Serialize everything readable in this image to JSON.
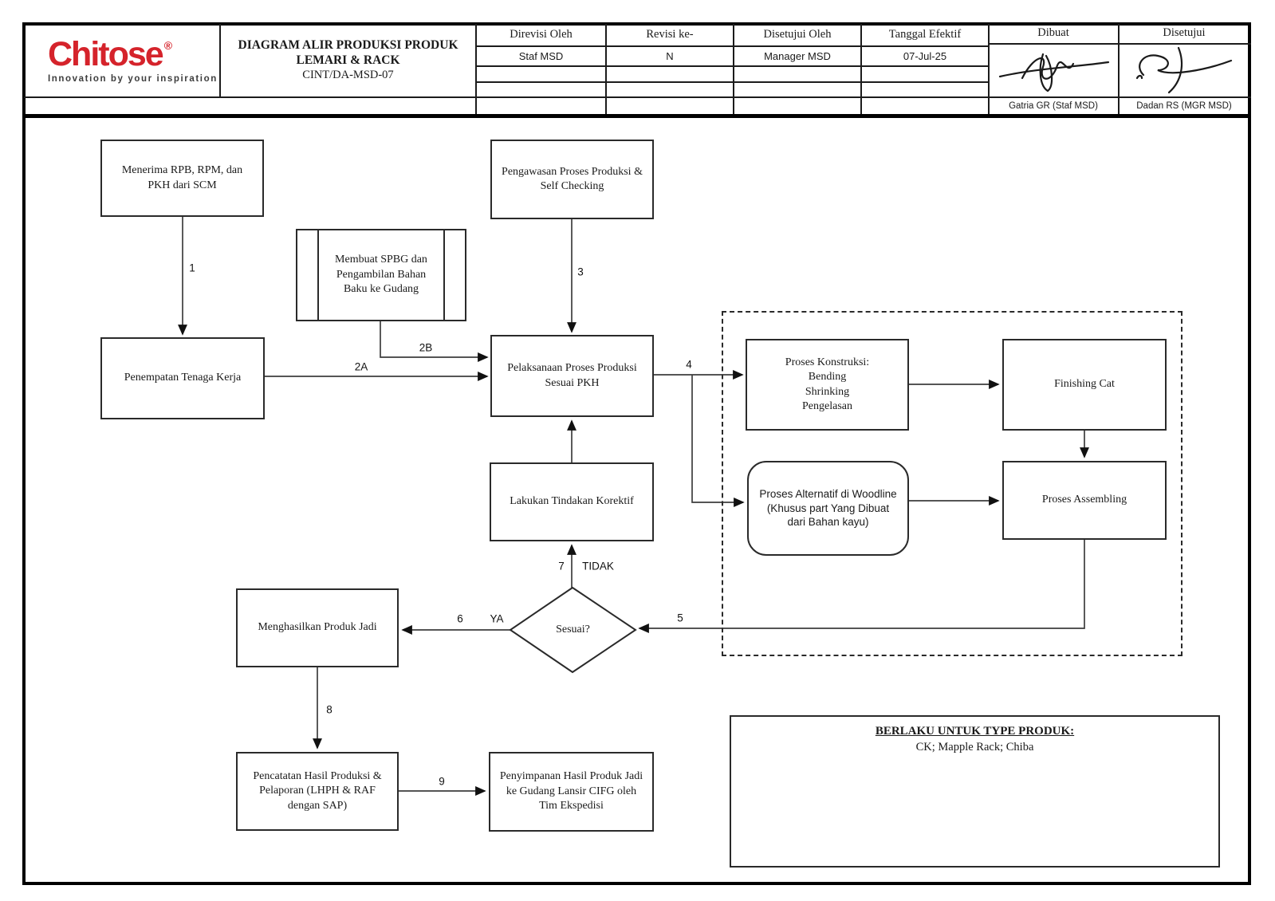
{
  "header": {
    "logo": {
      "brand": "Chitose",
      "registered": "®",
      "tagline": "Innovation by your inspiration"
    },
    "title": {
      "line1": "DIAGRAM ALIR PRODUKSI PRODUK",
      "line2": "LEMARI & RACK",
      "doc_code": "CINT/DA-MSD-07"
    },
    "revision_table": {
      "col1_header": "Direvisi Oleh",
      "col2_header": "Revisi ke-",
      "col3_header": "Disetujui Oleh",
      "col4_header": "Tanggal Efektif",
      "row1": {
        "direvisi": "Staf MSD",
        "revisi": "N",
        "disetujui": "Manager MSD",
        "tanggal": "07-Jul-25"
      }
    },
    "approval": {
      "dibuat_header": "Dibuat",
      "disetujui_header": "Disetujui",
      "dibuat_name": "Gatria GR (Staf MSD)",
      "disetujui_name": "Dadan RS (MGR MSD)"
    }
  },
  "flowchart": {
    "nodes": {
      "menerima": "Menerima RPB, RPM, dan PKH dari SCM",
      "membuat_spbg": "Membuat SPBG dan Pengambilan Bahan Baku ke Gudang",
      "pengawasan": "Pengawasan Proses Produksi & Self Checking",
      "penempatan": "Penempatan Tenaga Kerja",
      "pelaksanaan": "Pelaksanaan Proses Produksi Sesuai PKH",
      "lakukan": "Lakukan Tindakan Korektif",
      "sesuai": "Sesuai?",
      "menghasilkan": "Menghasilkan Produk Jadi",
      "pencatatan": "Pencatatan Hasil Produksi & Pelaporan (LHPH & RAF dengan SAP)",
      "penyimpanan": "Penyimpanan Hasil Produk Jadi ke Gudang Lansir CIFG oleh Tim Ekspedisi",
      "konstruksi": "Proses Konstruksi:\nBending\nShrinking\nPengelasan",
      "finishing": "Finishing Cat",
      "woodline": "Proses Alternatif di Woodline (Khusus part Yang Dibuat dari Bahan kayu)",
      "assembling": "Proses Assembling"
    },
    "edge_labels": {
      "n1": "1",
      "n2a": "2A",
      "n2b": "2B",
      "n3": "3",
      "n4": "4",
      "n5": "5",
      "n6": "6",
      "ya": "YA",
      "n7": "7",
      "tidak": "TIDAK",
      "n8": "8",
      "n9": "9"
    },
    "note": {
      "title": "BERLAKU UNTUK TYPE PRODUK:",
      "body": "CK; Mapple Rack; Chiba"
    }
  },
  "colors": {
    "brand_red": "#d5232b",
    "line": "#3d3d3d",
    "border": "#2a2a2a"
  }
}
